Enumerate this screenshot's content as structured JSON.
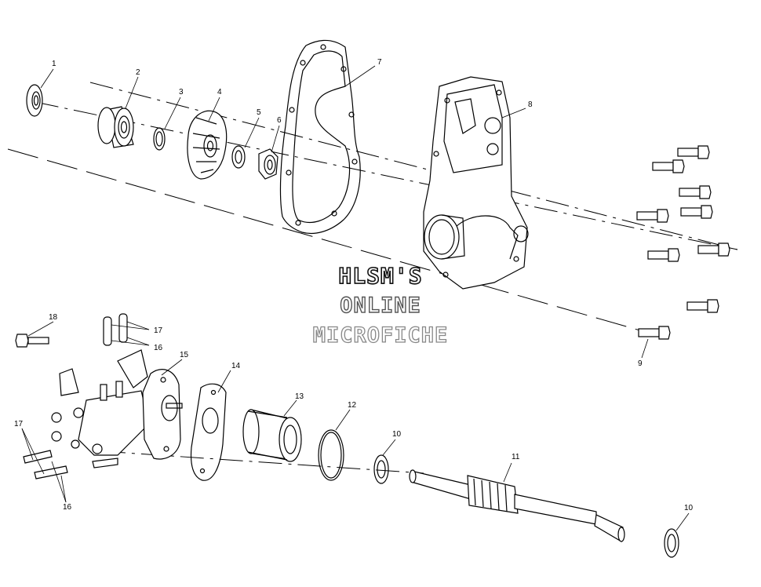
{
  "callouts": {
    "c1": "1",
    "c2": "2",
    "c3": "3",
    "c4": "4",
    "c5": "5",
    "c6": "6",
    "c7": "7",
    "c8": "8",
    "c9": "9",
    "c10a": "10",
    "c10b": "10",
    "c11": "11",
    "c12": "12",
    "c13": "13",
    "c14": "14",
    "c15": "15",
    "c16a": "16",
    "c16b": "16",
    "c17a": "17",
    "c17b": "17",
    "c18": "18"
  },
  "watermark": {
    "line1": "HLSM'S",
    "line2": "ONLINE",
    "line3": "MICROFICHE"
  }
}
